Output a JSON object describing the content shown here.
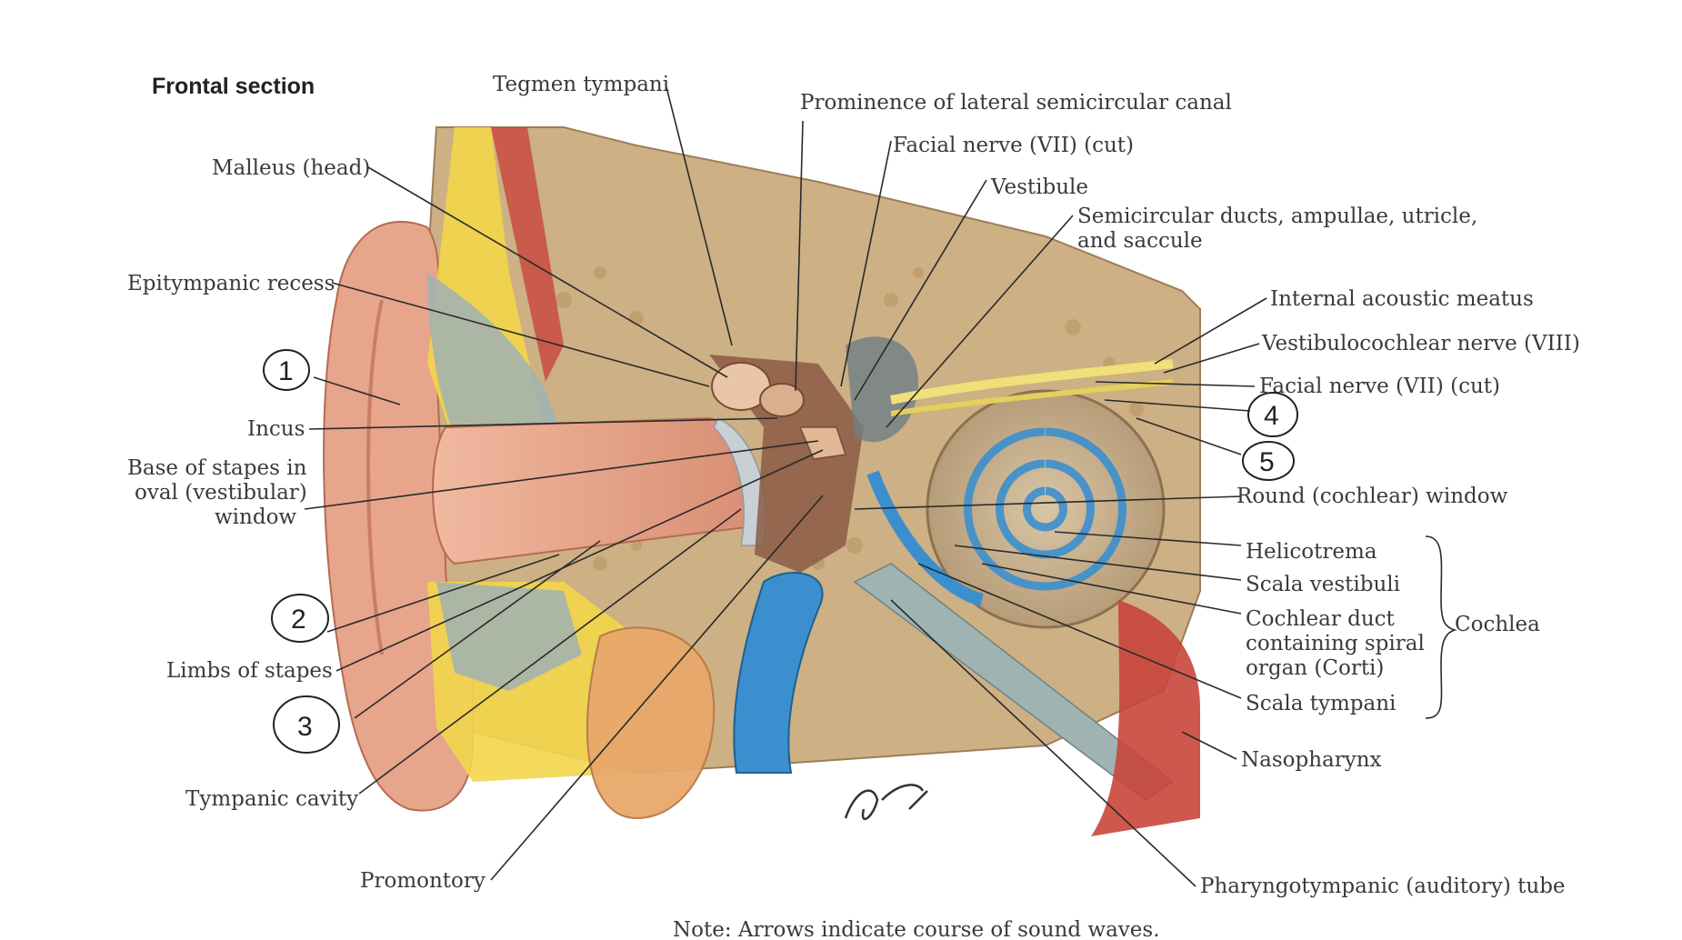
{
  "title": "Frontal section",
  "note": "Note: Arrows indicate course of sound waves.",
  "signature": "F. Netter M.D.",
  "colors": {
    "skin": "#e7a58c",
    "bone": "#cfb286",
    "fat": "#f2d64a",
    "cartilage": "#9fb3b3",
    "vein": "#3b8fcf",
    "muscle": "#c9453b",
    "nerve": "#f0e07a"
  },
  "labels": {
    "tegmen_tympani": "Tegmen tympani",
    "prominence": "Prominence of lateral semicircular canal",
    "facial_nerve_top": "Facial nerve (VII) (cut)",
    "vestibule": "Vestibule",
    "semicircular_1": "Semicircular ducts, ampullae, utricle,",
    "semicircular_2": "and saccule",
    "malleus": "Malleus (head)",
    "epitympanic": "Epitympanic recess",
    "incus": "Incus",
    "stapes_base_1": "Base of stapes in",
    "stapes_base_2": "oval (vestibular)",
    "stapes_base_3": "window",
    "limbs_stapes": "Limbs of stapes",
    "tympanic_cavity": "Tympanic cavity",
    "promontory": "Promontory",
    "internal_meatus": "Internal acoustic meatus",
    "vestibulocochlear": "Vestibulocochlear nerve (VIII)",
    "facial_nerve_right": "Facial nerve (VII) (cut)",
    "round_window": "Round (cochlear) window",
    "helicotrema": "Helicotrema",
    "scala_vestibuli": "Scala vestibuli",
    "cochlear_duct_1": "Cochlear duct",
    "cochlear_duct_2": "containing spiral",
    "cochlear_duct_3": "organ (Corti)",
    "scala_tympani": "Scala tympani",
    "cochlea": "Cochlea",
    "nasopharynx": "Nasopharynx",
    "pharyngotympanic": "Pharyngotympanic (auditory) tube"
  },
  "numbers": {
    "n1": "1",
    "n2": "2",
    "n3": "3",
    "n4": "4",
    "n5": "5"
  }
}
